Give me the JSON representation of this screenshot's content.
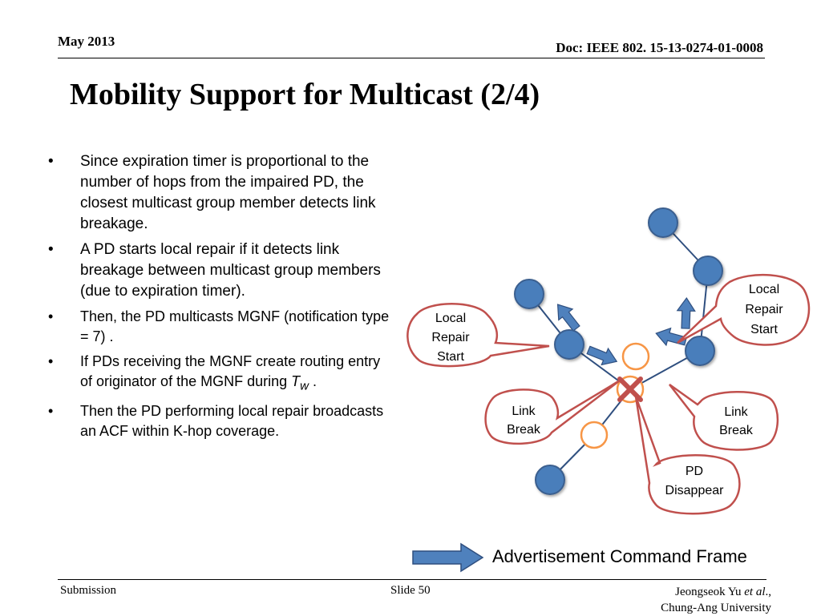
{
  "header": {
    "date": "May 2013",
    "doc": "Doc: IEEE 802. 15-13-0274-01-0008"
  },
  "title": "Mobility Support for Multicast (2/4)",
  "bullets": [
    "Since expiration timer is proportional to the number of hops from the impaired PD, the closest multicast group member detects link breakage.",
    "A PD starts local repair if it detects link breakage between multicast group members (due to expiration timer).",
    "Then, the PD multicasts MGNF (notification type = 7) .",
    "If PDs receiving the MGNF create routing entry of originator of the MGNF during ",
    "Then the PD performing local repair broadcasts an ACF within K-hop coverage."
  ],
  "bullet4_var": "T",
  "bullet4_sub": "w",
  "bullet4_tail": " .",
  "bullet_glyph": "•",
  "callouts": {
    "local_repair_left": [
      "Local",
      "Repair",
      "Start"
    ],
    "local_repair_right": [
      "Local",
      "Repair",
      "Start"
    ],
    "link_break_left": [
      "Link",
      "Break"
    ],
    "link_break_right": [
      "Link",
      "Break"
    ],
    "pd_disappear": [
      "PD",
      "Disappear"
    ]
  },
  "legend": {
    "label": "Advertisement Command Frame"
  },
  "footer": {
    "left": "Submission",
    "middle": "Slide 50",
    "right_name": "Jeongseok Yu ",
    "right_etal": "et al",
    "right_comma": ".,",
    "right_line2": "Chung-Ang University"
  },
  "colors": {
    "node_fill": "#4a7ebb",
    "node_stroke": "#3a5f8f",
    "empty_node_stroke": "#f79646",
    "callout_stroke": "#c0504d",
    "broken_x": "#c0504d",
    "arrow_fill": "#4f81bd",
    "link_line": "#2f4f7f"
  }
}
